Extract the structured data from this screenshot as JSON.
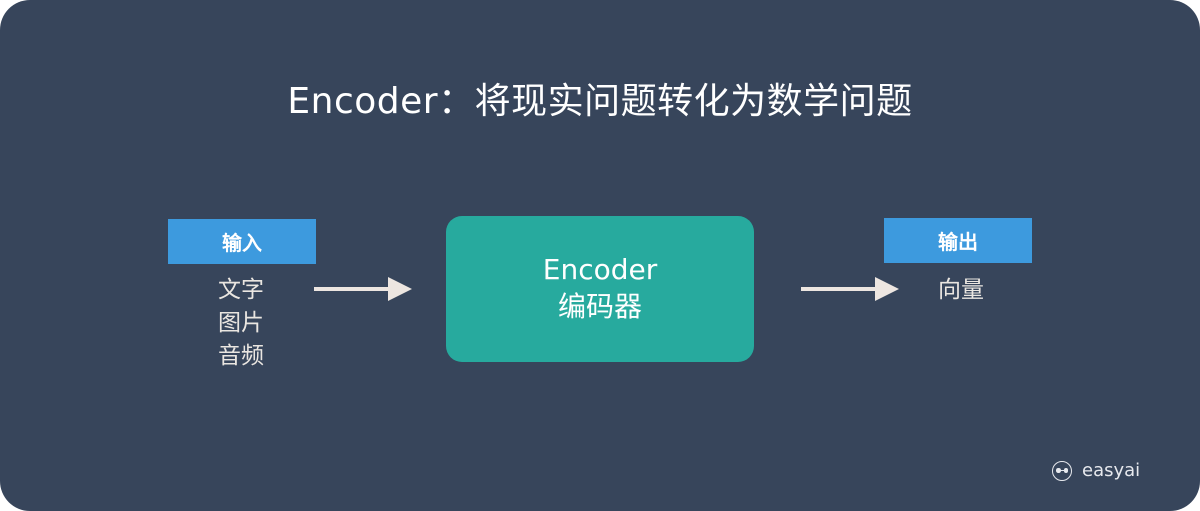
{
  "title": "Encoder：将现实问题转化为数学问题",
  "input": {
    "label": "输入",
    "items": [
      "文字",
      "图片",
      "音频"
    ]
  },
  "encoder": {
    "name_en": "Encoder",
    "name_cn": "编码器"
  },
  "output": {
    "label": "输出",
    "items": [
      "向量"
    ]
  },
  "brand": {
    "icon": "easyai-logo-icon",
    "name": "easyai"
  },
  "colors": {
    "background": "#37455b",
    "label_box": "#3d9ade",
    "encoder_box": "#27aa9e",
    "arrow": "#ede6e1",
    "text": "#ffffff"
  }
}
